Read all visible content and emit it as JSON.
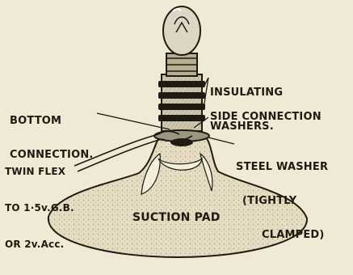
{
  "labels": {
    "insulating_washers": [
      "INSULATING",
      "WASHERS."
    ],
    "bottom_connection": [
      "BOTTOM",
      "CONNECTION."
    ],
    "side_connection": "SIDE CONNECTION",
    "twin_flex": [
      "TWIN FLEX",
      "TO 1·5v.G.B.",
      "OR 2v.Acc."
    ],
    "steel_washer": [
      "STEEL WASHER",
      "(TIGHTLY",
      "CLAMPED)"
    ],
    "suction_pad": "SUCTION PAD"
  },
  "colors": {
    "paper": "#f0e9d6",
    "ink": "#1f1a12",
    "pad_fill": "#e6dcc2",
    "bulb_fill": "#ddd6c4"
  }
}
